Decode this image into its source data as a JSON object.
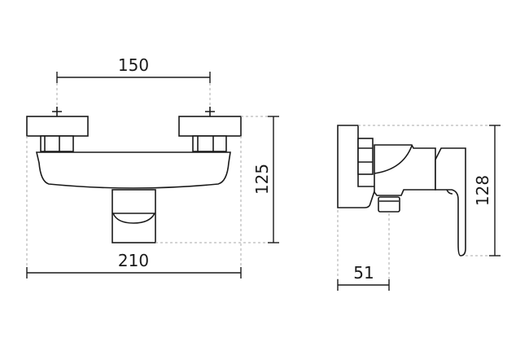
{
  "dimensions": {
    "centers_distance": "150",
    "overall_width": "210",
    "front_height": "125",
    "side_height": "128",
    "wall_projection": "51"
  }
}
